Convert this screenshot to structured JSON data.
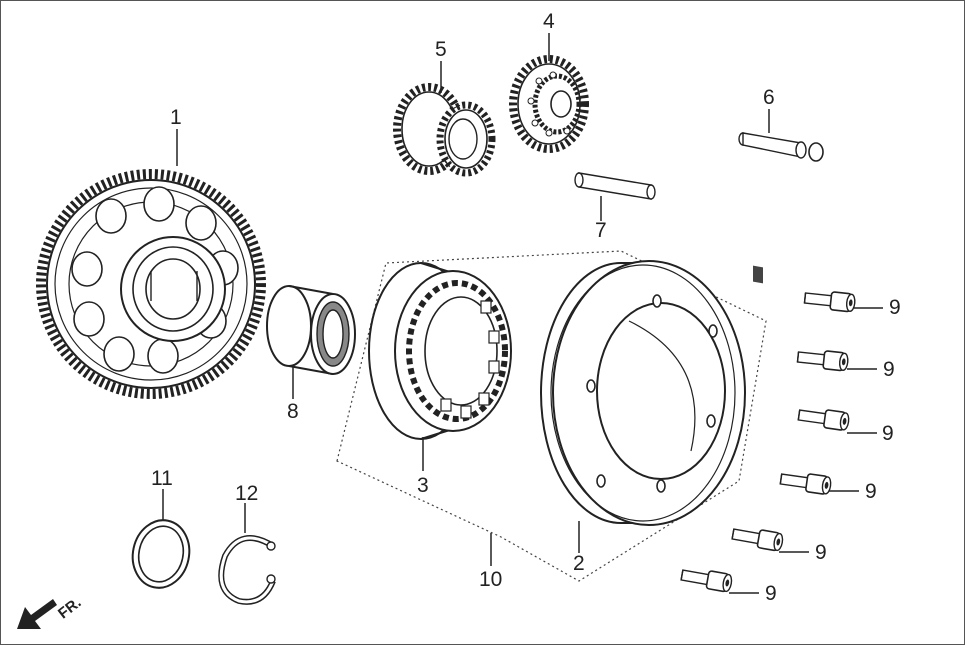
{
  "callouts": {
    "c1": "1",
    "c2": "2",
    "c3": "3",
    "c4": "4",
    "c5": "5",
    "c6": "6",
    "c7": "7",
    "c8": "8",
    "c9a": "9",
    "c9b": "9",
    "c9c": "9",
    "c9d": "9",
    "c9e": "9",
    "c9f": "9",
    "c10": "10",
    "c11": "11",
    "c12": "12"
  },
  "front_marker": {
    "text": "FR.",
    "icon": "arrow-icon"
  }
}
